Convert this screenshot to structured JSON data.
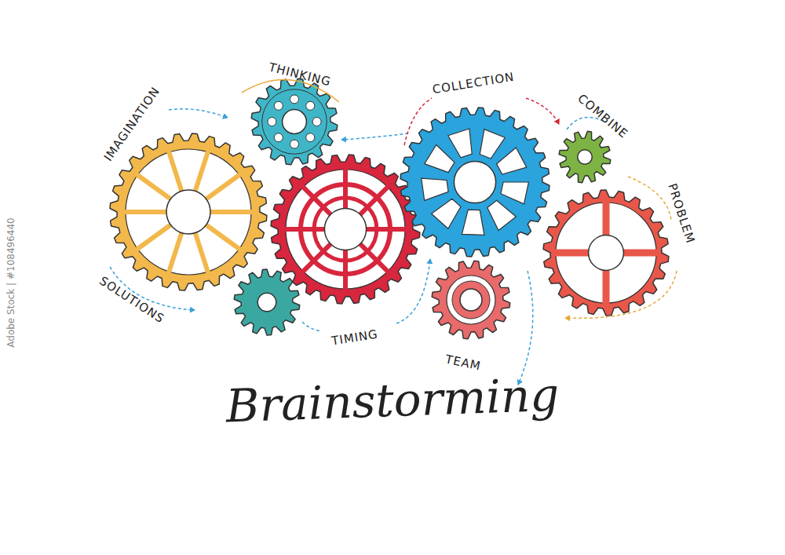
{
  "diagram": {
    "title": "Brainstorming",
    "labels": [
      "IMAGINATION",
      "THINKING",
      "COLLECTION",
      "COMBINE",
      "PROBLEM",
      "SOLUTIONS",
      "TIMING",
      "TEAM",
      "Adobe Stock | #108496440"
    ]
  }
}
